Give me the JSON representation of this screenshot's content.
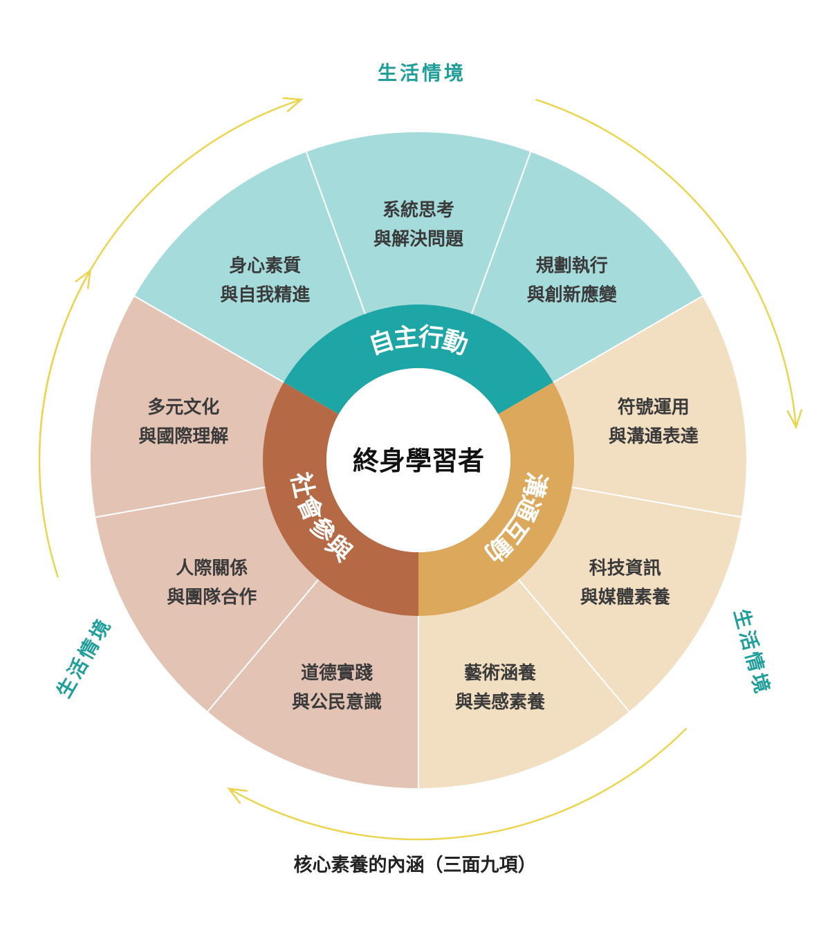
{
  "center": "終身學習者",
  "dimensions": [
    {
      "id": "autonomous",
      "label": "自主行動",
      "color": "#1ea5a5"
    },
    {
      "id": "communication",
      "label": "溝通互動",
      "color": "#dca85b"
    },
    {
      "id": "social",
      "label": "社會參與",
      "color": "#b56a45"
    }
  ],
  "items": [
    {
      "line1": "身心素質",
      "line2": "與自我精進",
      "dimension": "autonomous"
    },
    {
      "line1": "系統思考",
      "line2": "與解決問題",
      "dimension": "autonomous"
    },
    {
      "line1": "規劃執行",
      "line2": "與創新應變",
      "dimension": "autonomous"
    },
    {
      "line1": "符號運用",
      "line2": "與溝通表達",
      "dimension": "communication"
    },
    {
      "line1": "科技資訊",
      "line2": "與媒體素養",
      "dimension": "communication"
    },
    {
      "line1": "藝術涵養",
      "line2": "與美感素養",
      "dimension": "communication"
    },
    {
      "line1": "道德實踐",
      "line2": "與公民意識",
      "dimension": "social"
    },
    {
      "line1": "人際關係",
      "line2": "與團隊合作",
      "dimension": "social"
    },
    {
      "line1": "多元文化",
      "line2": "與國際理解",
      "dimension": "social"
    }
  ],
  "context_label": "生活情境",
  "caption": "核心素養的內涵（三面九項）",
  "colors": {
    "autonomous_outer": "#a6dbdb",
    "communication_outer": "#f2dfc2",
    "social_outer": "#e2c3b4",
    "arrow": "#ecd44e",
    "context_text": "#1f9e9c"
  }
}
